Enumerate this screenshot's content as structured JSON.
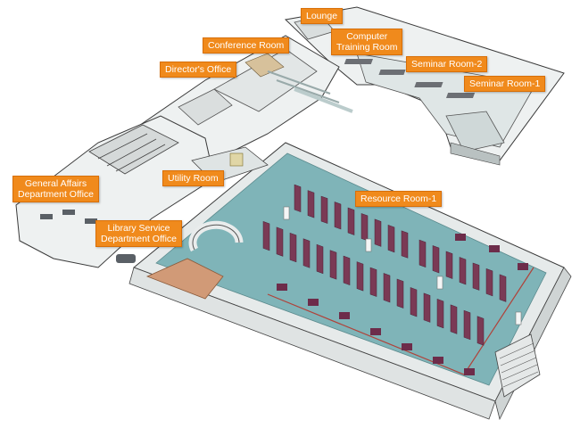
{
  "colors": {
    "label_bg": "#f08a1c",
    "label_border": "#d86f08",
    "label_text": "#ffffff",
    "floor_main": "#7fb4b8",
    "shelf": "#7a3a55",
    "wall": "#e8eaea",
    "outline": "#3a3a3a"
  },
  "rooms": {
    "lounge": "Lounge",
    "conference": "Conference Room",
    "computer_training_1": "Computer",
    "computer_training_2": "Training Room",
    "directors_office": "Director's Office",
    "seminar_2": "Seminar Room-2",
    "seminar_1": "Seminar Room-1",
    "general_affairs_1": "General Affairs",
    "general_affairs_2": "Department Office",
    "utility": "Utility Room",
    "resource_1": "Resource Room-1",
    "library_service_1": "Library Service",
    "library_service_2": "Department Office"
  }
}
